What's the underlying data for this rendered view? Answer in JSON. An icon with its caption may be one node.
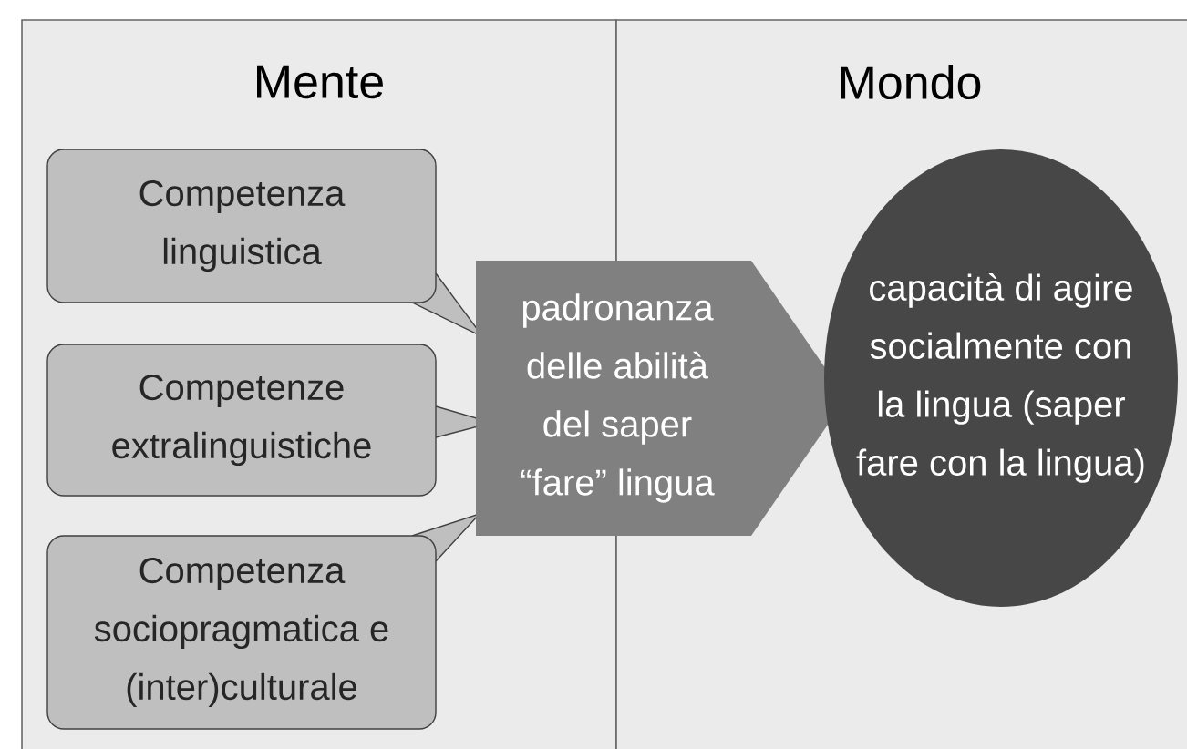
{
  "diagram": {
    "nodes": [
      {
        "text": [
          "Mente"
        ]
      },
      {
        "text": [
          "Mondo"
        ]
      },
      {
        "text": [
          "Competenza linguistica"
        ],
        "in": 0
      },
      {
        "text": [
          "Competenze extralinguistiche"
        ],
        "in": 0
      },
      {
        "text": [
          "Competenza sociopragmatica e (inter)culturale"
        ],
        "in": 0
      },
      {
        "text": [
          "padronanza delle abilità del saper “fare” lingua"
        ]
      },
      {
        "text": [
          "capacità di agire socialmente con la lingua (saper fare con la lingua)"
        ],
        "in": 1
      }
    ]
  }
}
